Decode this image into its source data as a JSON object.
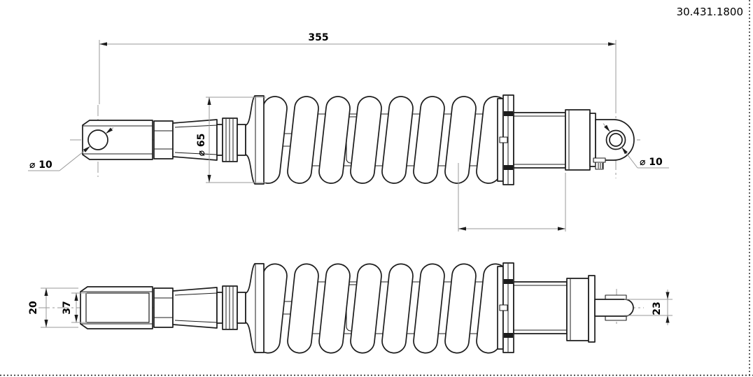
{
  "drawing": {
    "part_number": "30.431.1800",
    "dimensions": {
      "overall_length": "355",
      "left_eye_bore": "⌀ 10",
      "right_eye_bore": "⌀ 10",
      "spring_outer_diameter": "⌀ 65",
      "clevis_end_width": "20",
      "clevis_inner_width": "37",
      "lug_end_width": "23"
    },
    "colors": {
      "line": "#1c1c1c",
      "dim_line": "#9a9a9a",
      "centerline": "#9a9a9a",
      "text": "#000000",
      "background": "#ffffff",
      "border": "#1c1c1c"
    }
  }
}
